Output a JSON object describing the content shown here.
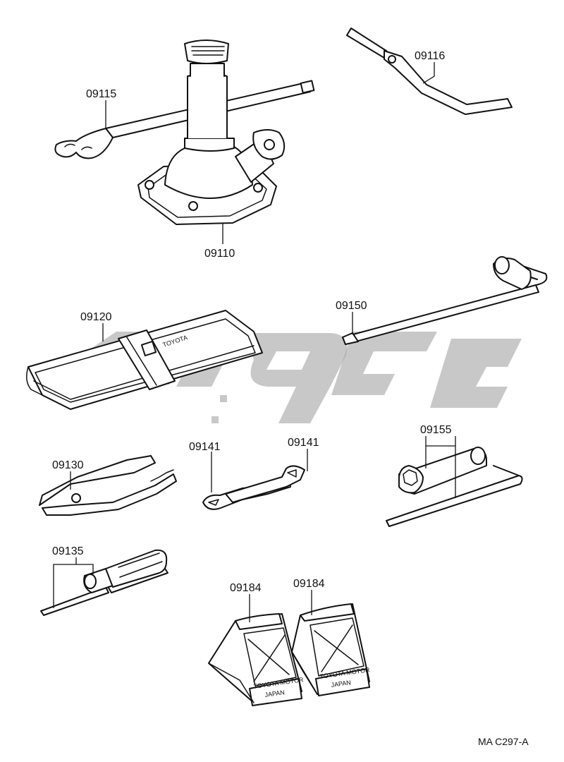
{
  "parts": [
    {
      "id": "jack",
      "label": "09110"
    },
    {
      "id": "jack-handle-wrench",
      "label": "09115"
    },
    {
      "id": "handle-extension",
      "label": "09116"
    },
    {
      "id": "tool-bag",
      "label": "09120",
      "imprint": "TOYOTA"
    },
    {
      "id": "pliers",
      "label": "09130"
    },
    {
      "id": "screwdriver",
      "label": "09135"
    },
    {
      "id": "wrench-a",
      "label": "09141"
    },
    {
      "id": "wrench-b",
      "label": "09141"
    },
    {
      "id": "wheel-nut-wrench",
      "label": "09150"
    },
    {
      "id": "plug-wrench",
      "label": "09155"
    },
    {
      "id": "wheel-chock-a",
      "label": "09184",
      "imprint_line1": "TOYOTA MOTOR",
      "imprint_line2": "JAPAN"
    },
    {
      "id": "wheel-chock-b",
      "label": "09184",
      "imprint_line1": "TOYOTA MOTOR",
      "imprint_line2": "JAPAN"
    }
  ],
  "diagram_code": "MA C297-A"
}
